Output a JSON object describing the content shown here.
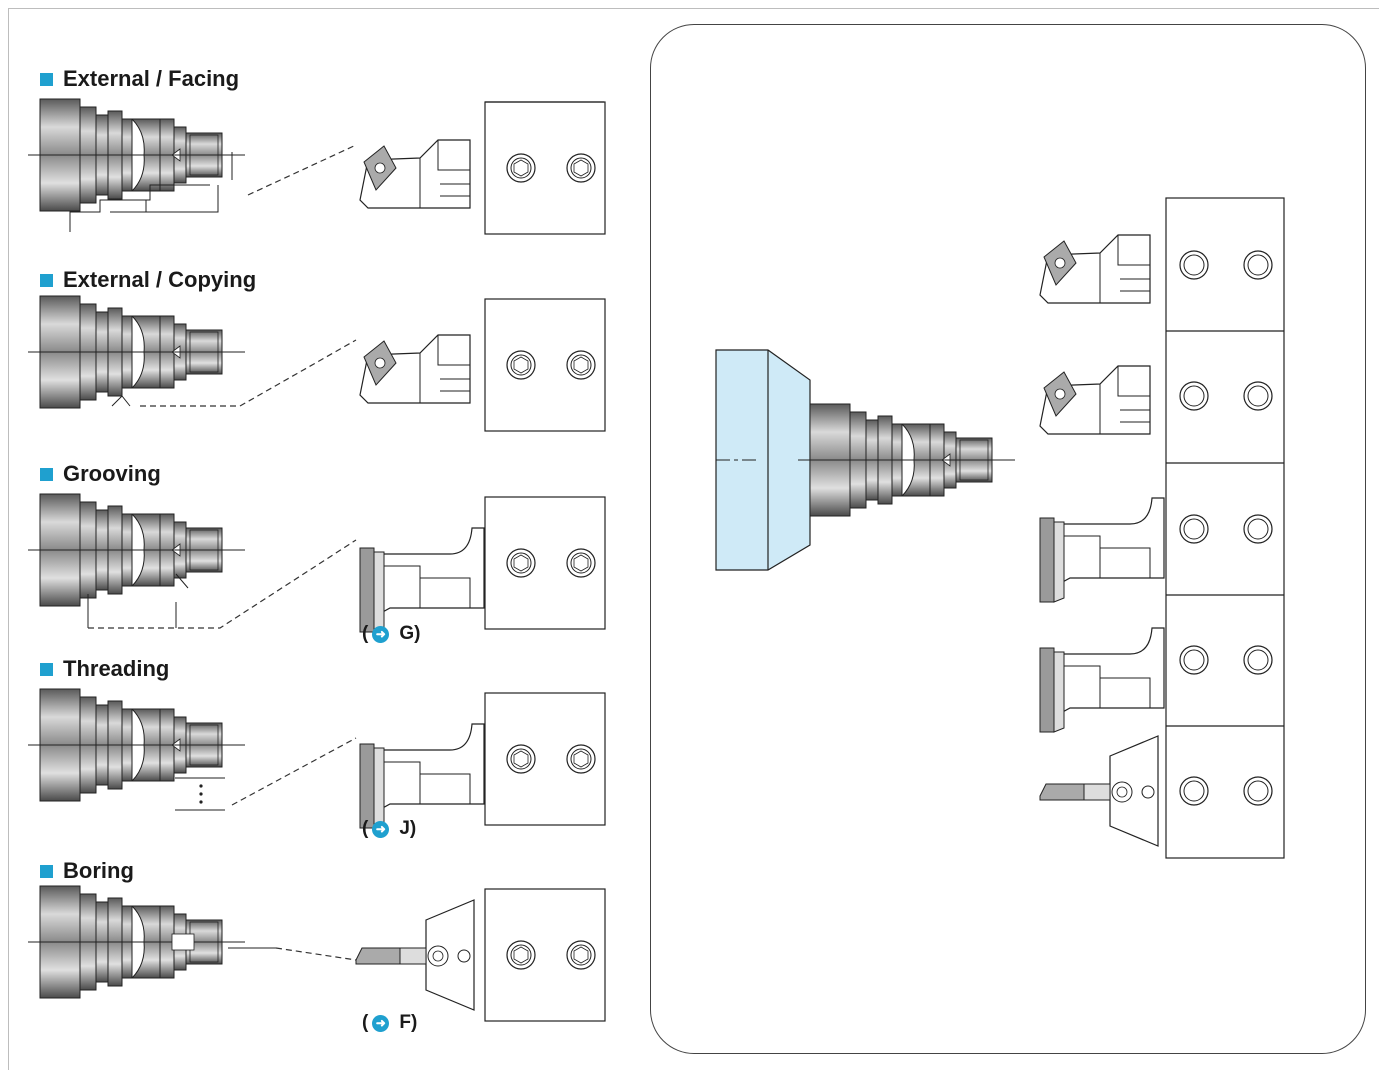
{
  "sections": [
    {
      "title": "External / Facing"
    },
    {
      "title": "External / Copying"
    },
    {
      "title": "Grooving",
      "ref_letter": "G"
    },
    {
      "title": "Threading",
      "ref_letter": "J"
    },
    {
      "title": "Boring",
      "ref_letter": "F"
    }
  ],
  "colors": {
    "accent": "#1fa0cf",
    "chuck": "#cfeaf7"
  },
  "icons": {
    "ref": "arrow-circle-icon",
    "bullet": "square-bullet-icon"
  }
}
